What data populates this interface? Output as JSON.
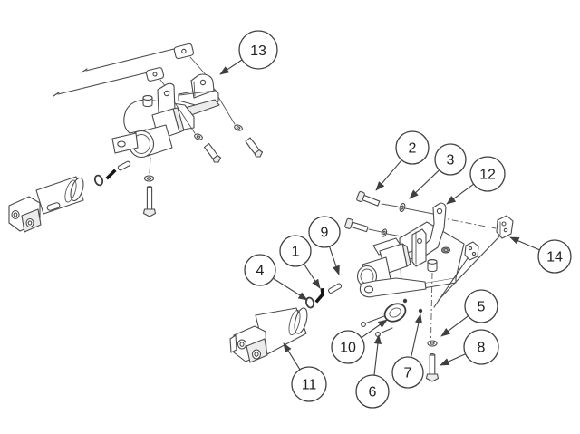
{
  "page": {
    "background": "#ffffff"
  },
  "diagram": {
    "type": "exploded-parts-diagram",
    "style": {
      "line_color": "#4a4a4a",
      "balloon_stroke": "#3f3f3f",
      "text_color": "#1f1f1f"
    },
    "callouts": {
      "c1": {
        "label": "1"
      },
      "c2": {
        "label": "2"
      },
      "c3": {
        "label": "3"
      },
      "c4": {
        "label": "4"
      },
      "c5": {
        "label": "5"
      },
      "c6": {
        "label": "6"
      },
      "c7": {
        "label": "7"
      },
      "c8": {
        "label": "8"
      },
      "c9": {
        "label": "9"
      },
      "c10": {
        "label": "10"
      },
      "c11": {
        "label": "11"
      },
      "c12": {
        "label": "12"
      },
      "c13": {
        "label": "13"
      },
      "c14": {
        "label": "14"
      }
    }
  }
}
